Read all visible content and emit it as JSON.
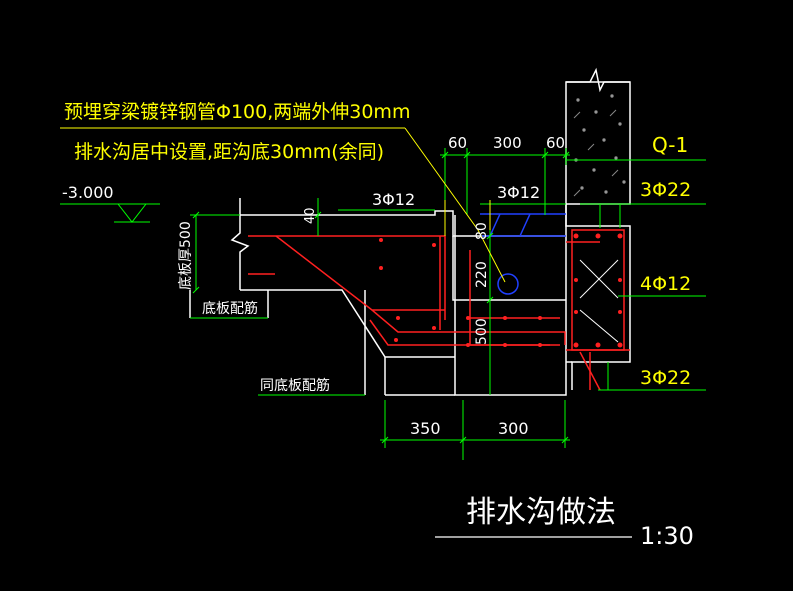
{
  "colors": {
    "background": "#000000",
    "outline": "#ffffff",
    "dimension": "#00ff00",
    "annotation": "#ffff00",
    "rebar": "#ff2020",
    "pipe": "#2040ff",
    "leader": "#ffff00"
  },
  "notes": {
    "line1": "预埋穿梁镀锌钢管Φ100,两端外伸30mm",
    "line2": "排水沟居中设置,距沟底30mm(余同)"
  },
  "labels": {
    "elevation": "-3.000",
    "wall_id": "Q-1",
    "left_top_bar": "3Φ12",
    "mid_top_bar": "3Φ12",
    "wall_top_bar": "3Φ22",
    "wall_mid_bar": "4Φ12",
    "wall_bottom_bar": "3Φ22",
    "slab_thickness": "底板厚500",
    "slab_reinforcement": "底板配筋",
    "same_slab_reinforcement": "同底板配筋"
  },
  "dimensions": {
    "top_left": "60",
    "top_mid": "300",
    "top_right": "60",
    "depth_40": "40",
    "depth_80": "80",
    "depth_220": "220",
    "depth_500": "500",
    "bottom_left": "350",
    "bottom_right": "300"
  },
  "title": {
    "text": "排水沟做法",
    "scale": "1:30"
  }
}
